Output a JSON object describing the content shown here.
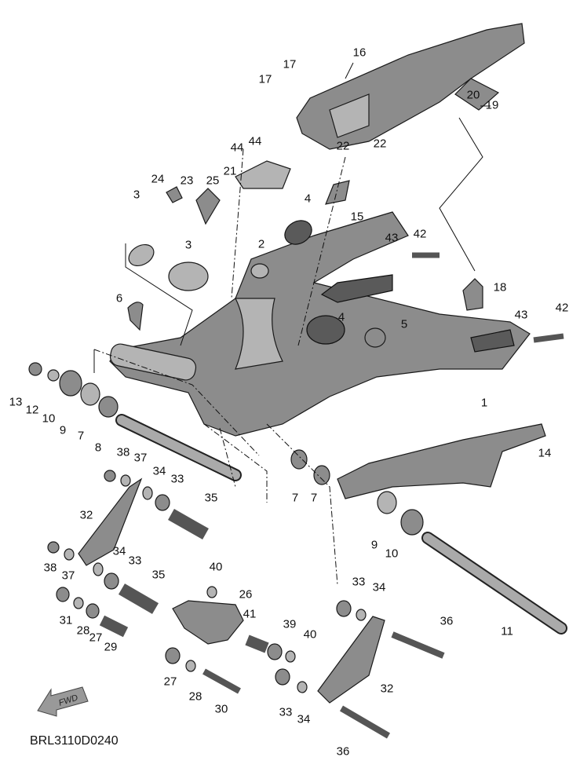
{
  "diagram": {
    "title_code": "BRL3110D0240",
    "fwd_label": "FWD",
    "callouts": [
      "16",
      "17",
      "17",
      "20",
      "19",
      "44",
      "44",
      "22",
      "22",
      "21",
      "24",
      "23",
      "25",
      "15",
      "4",
      "3",
      "3",
      "2",
      "43",
      "42",
      "18",
      "6",
      "4",
      "5",
      "43",
      "42",
      "13",
      "12",
      "10",
      "9",
      "7",
      "8",
      "1",
      "14",
      "38",
      "37",
      "34",
      "33",
      "35",
      "32",
      "7",
      "7",
      "9",
      "10",
      "38",
      "37",
      "34",
      "33",
      "35",
      "40",
      "26",
      "41",
      "39",
      "40",
      "33",
      "34",
      "36",
      "11",
      "31",
      "28",
      "27",
      "29",
      "27",
      "28",
      "30",
      "33",
      "34",
      "32",
      "36"
    ]
  }
}
